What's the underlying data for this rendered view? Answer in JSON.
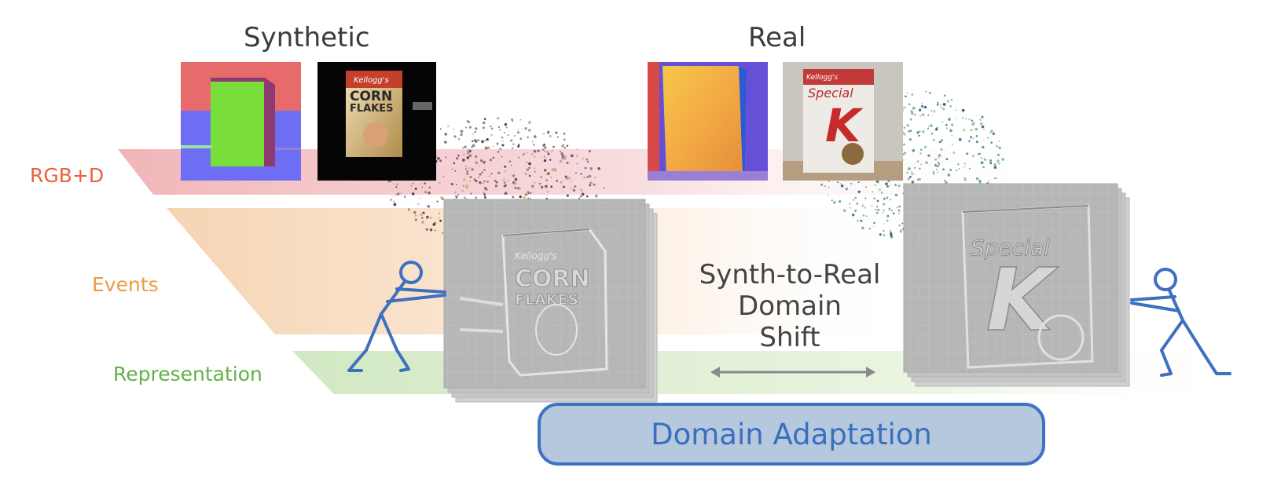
{
  "headers": {
    "synthetic": "Synthetic",
    "real": "Real"
  },
  "rows": [
    {
      "id": "rgbd",
      "label": "RGB+D",
      "color": "#e8623c",
      "band_color": "#f3c4c6"
    },
    {
      "id": "events",
      "label": "Events",
      "color": "#eb9a45",
      "band_color": "#f7dcbf"
    },
    {
      "id": "representation",
      "label": "Representation",
      "color": "#62b048",
      "band_color": "#d6ebc8"
    }
  ],
  "shift": {
    "lines": [
      "Synth-to-Real",
      "Domain",
      "Shift"
    ]
  },
  "adaptation": {
    "label": "Domain Adaptation"
  },
  "thumbnails": {
    "synthetic_box_text": [
      "Kellogg's",
      "CORN",
      "FLAKES"
    ],
    "real_box_text": [
      "Kellogg's",
      "Special",
      "K"
    ]
  },
  "colors": {
    "accent_blue": "#3f73c1",
    "box_fill": "#b5c8de",
    "stick_figure": "#3e70c0"
  },
  "icons": [
    "stick-figure-pushing-left-icon",
    "stick-figure-pushing-right-icon",
    "double-arrow-icon"
  ]
}
